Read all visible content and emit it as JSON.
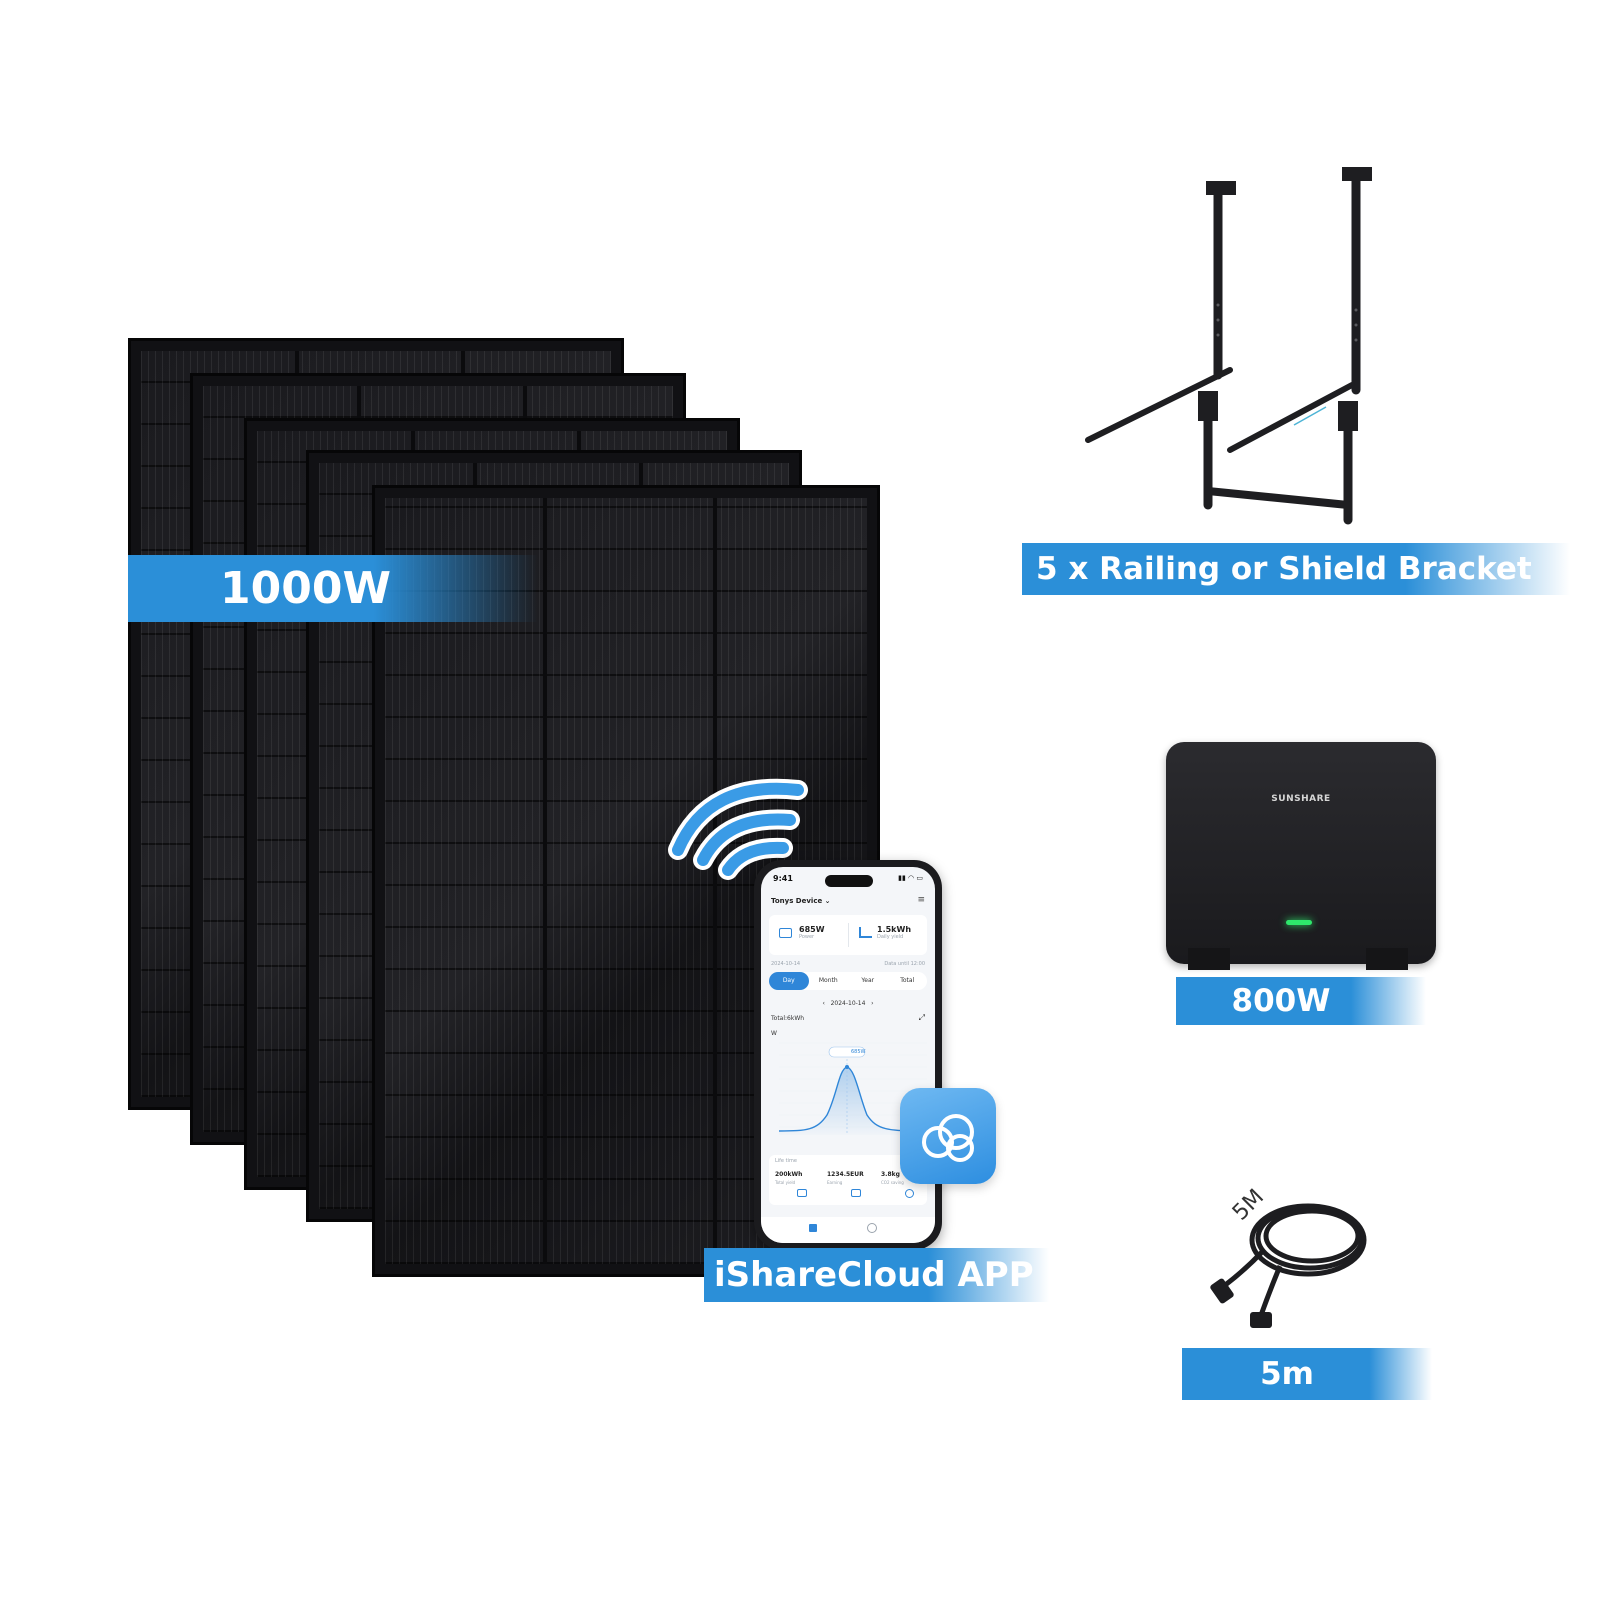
{
  "labels": {
    "panels_power": "1000W",
    "bracket": "5 x Railing or Shield Bracket",
    "inverter_power": "800W",
    "cable_length": "5m",
    "app_name": "iShareCloud APP"
  },
  "inverter": {
    "brand": "SUNSHARE"
  },
  "cable": {
    "tag": "5M"
  },
  "colors": {
    "accent": "#2b8fd8",
    "led": "#2ee86b"
  },
  "phone": {
    "time": "9:41",
    "device_name": "Tonys Device",
    "power_value": "685W",
    "power_label": "Power",
    "yield_value": "1.5kWh",
    "yield_label": "Daily yield",
    "date_small": "2024-10-14",
    "data_until": "Data until 12:00",
    "tabs": [
      "Day",
      "Month",
      "Year",
      "Total"
    ],
    "date": "2024-10-14",
    "total": "Total:6kWh",
    "unit": "W",
    "tooltip": "685W",
    "lifetime_title": "Life time",
    "lifetime": [
      {
        "value": "200kWh",
        "label": "Total yield"
      },
      {
        "value": "1234.5EUR",
        "label": "Earning"
      },
      {
        "value": "3.8kg",
        "label": "CO2 saving"
      }
    ]
  }
}
